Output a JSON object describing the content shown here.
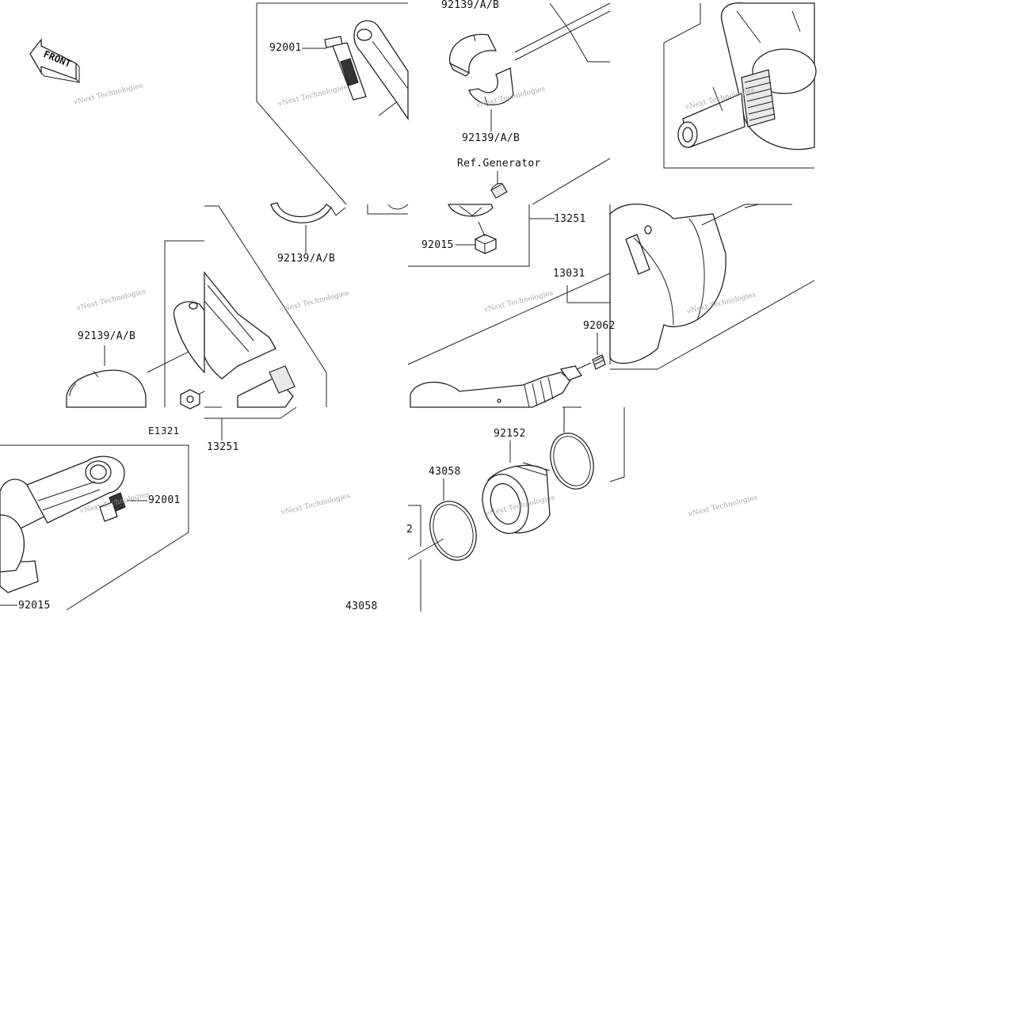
{
  "front_badge": "FRONT",
  "watermark": "vNext Technologies",
  "labels": {
    "p92001_top": "92001",
    "p92139_top": "92139/A/B",
    "p92139_mid": "92139/A/B",
    "ref_generator": "Ref.Generator",
    "p92139_left_upper": "92139/A/B",
    "p13251_right": "13251",
    "p92015_right": "92015",
    "p13031": "13031",
    "p92062": "92062",
    "p92139_left": "92139/A/B",
    "p92152": "92152",
    "p43058_upper": "43058",
    "p12_partial": "2",
    "e1321": "E1321",
    "p13251_left": "13251",
    "p92001_bottom": "92001",
    "p92015_bottom": "92015",
    "p43058_bottom": "43058"
  }
}
